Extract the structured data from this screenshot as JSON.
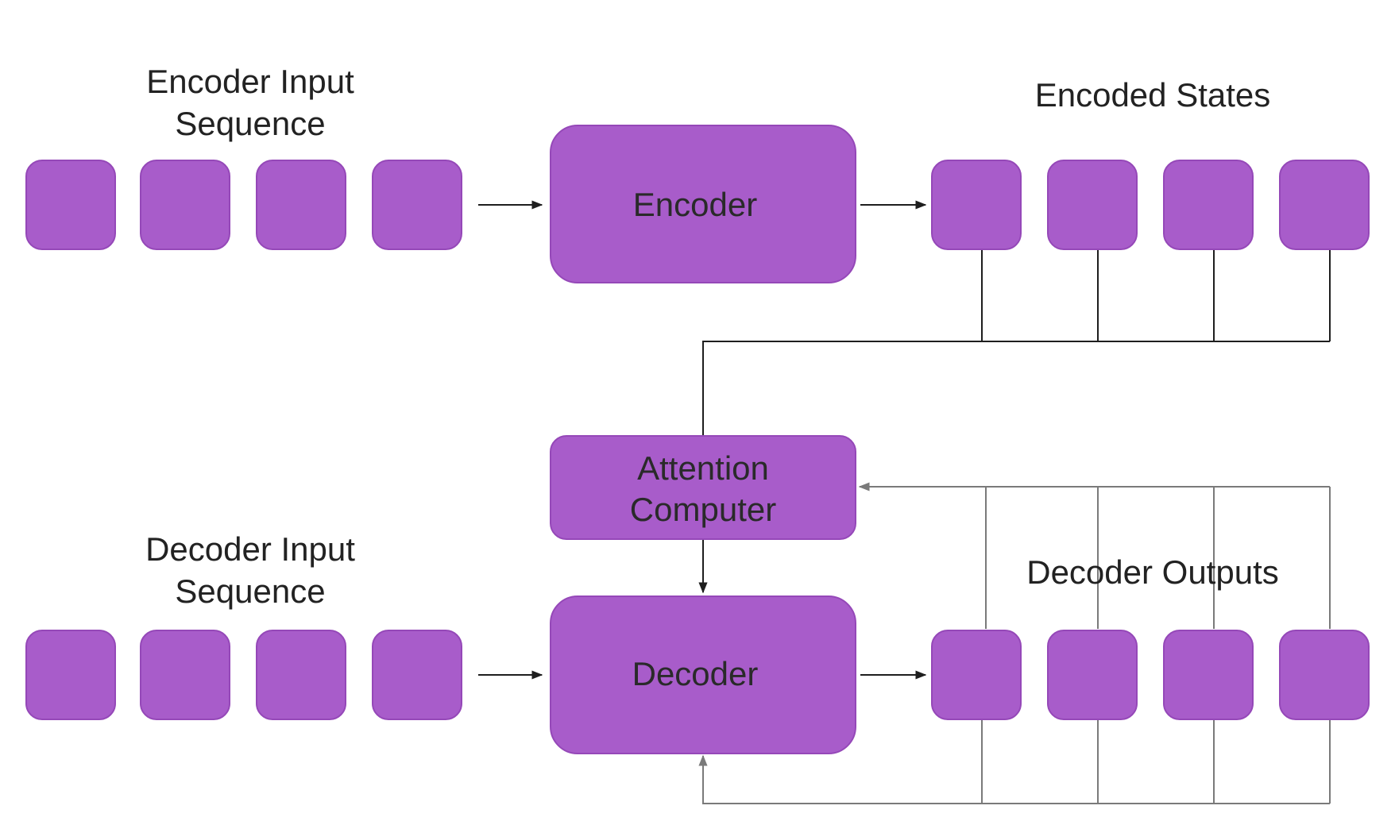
{
  "colors": {
    "box_fill": "#a85cca",
    "box_stroke": "#9548b8",
    "line_dark": "#1e1e1e",
    "line_gray": "#7a7a7a",
    "background": "#ffffff"
  },
  "labels": {
    "encoder_input_line1": "Encoder Input",
    "encoder_input_line2": "Sequence",
    "encoded_states": "Encoded States",
    "decoder_input_line1": "Decoder Input",
    "decoder_input_line2": "Sequence",
    "decoder_outputs": "Decoder Outputs"
  },
  "blocks": {
    "encoder": "Encoder",
    "attention_line1": "Attention",
    "attention_line2": "Computer",
    "decoder": "Decoder"
  },
  "counts": {
    "encoder_inputs": 4,
    "encoded_states": 4,
    "decoder_inputs": 4,
    "decoder_outputs": 4
  }
}
